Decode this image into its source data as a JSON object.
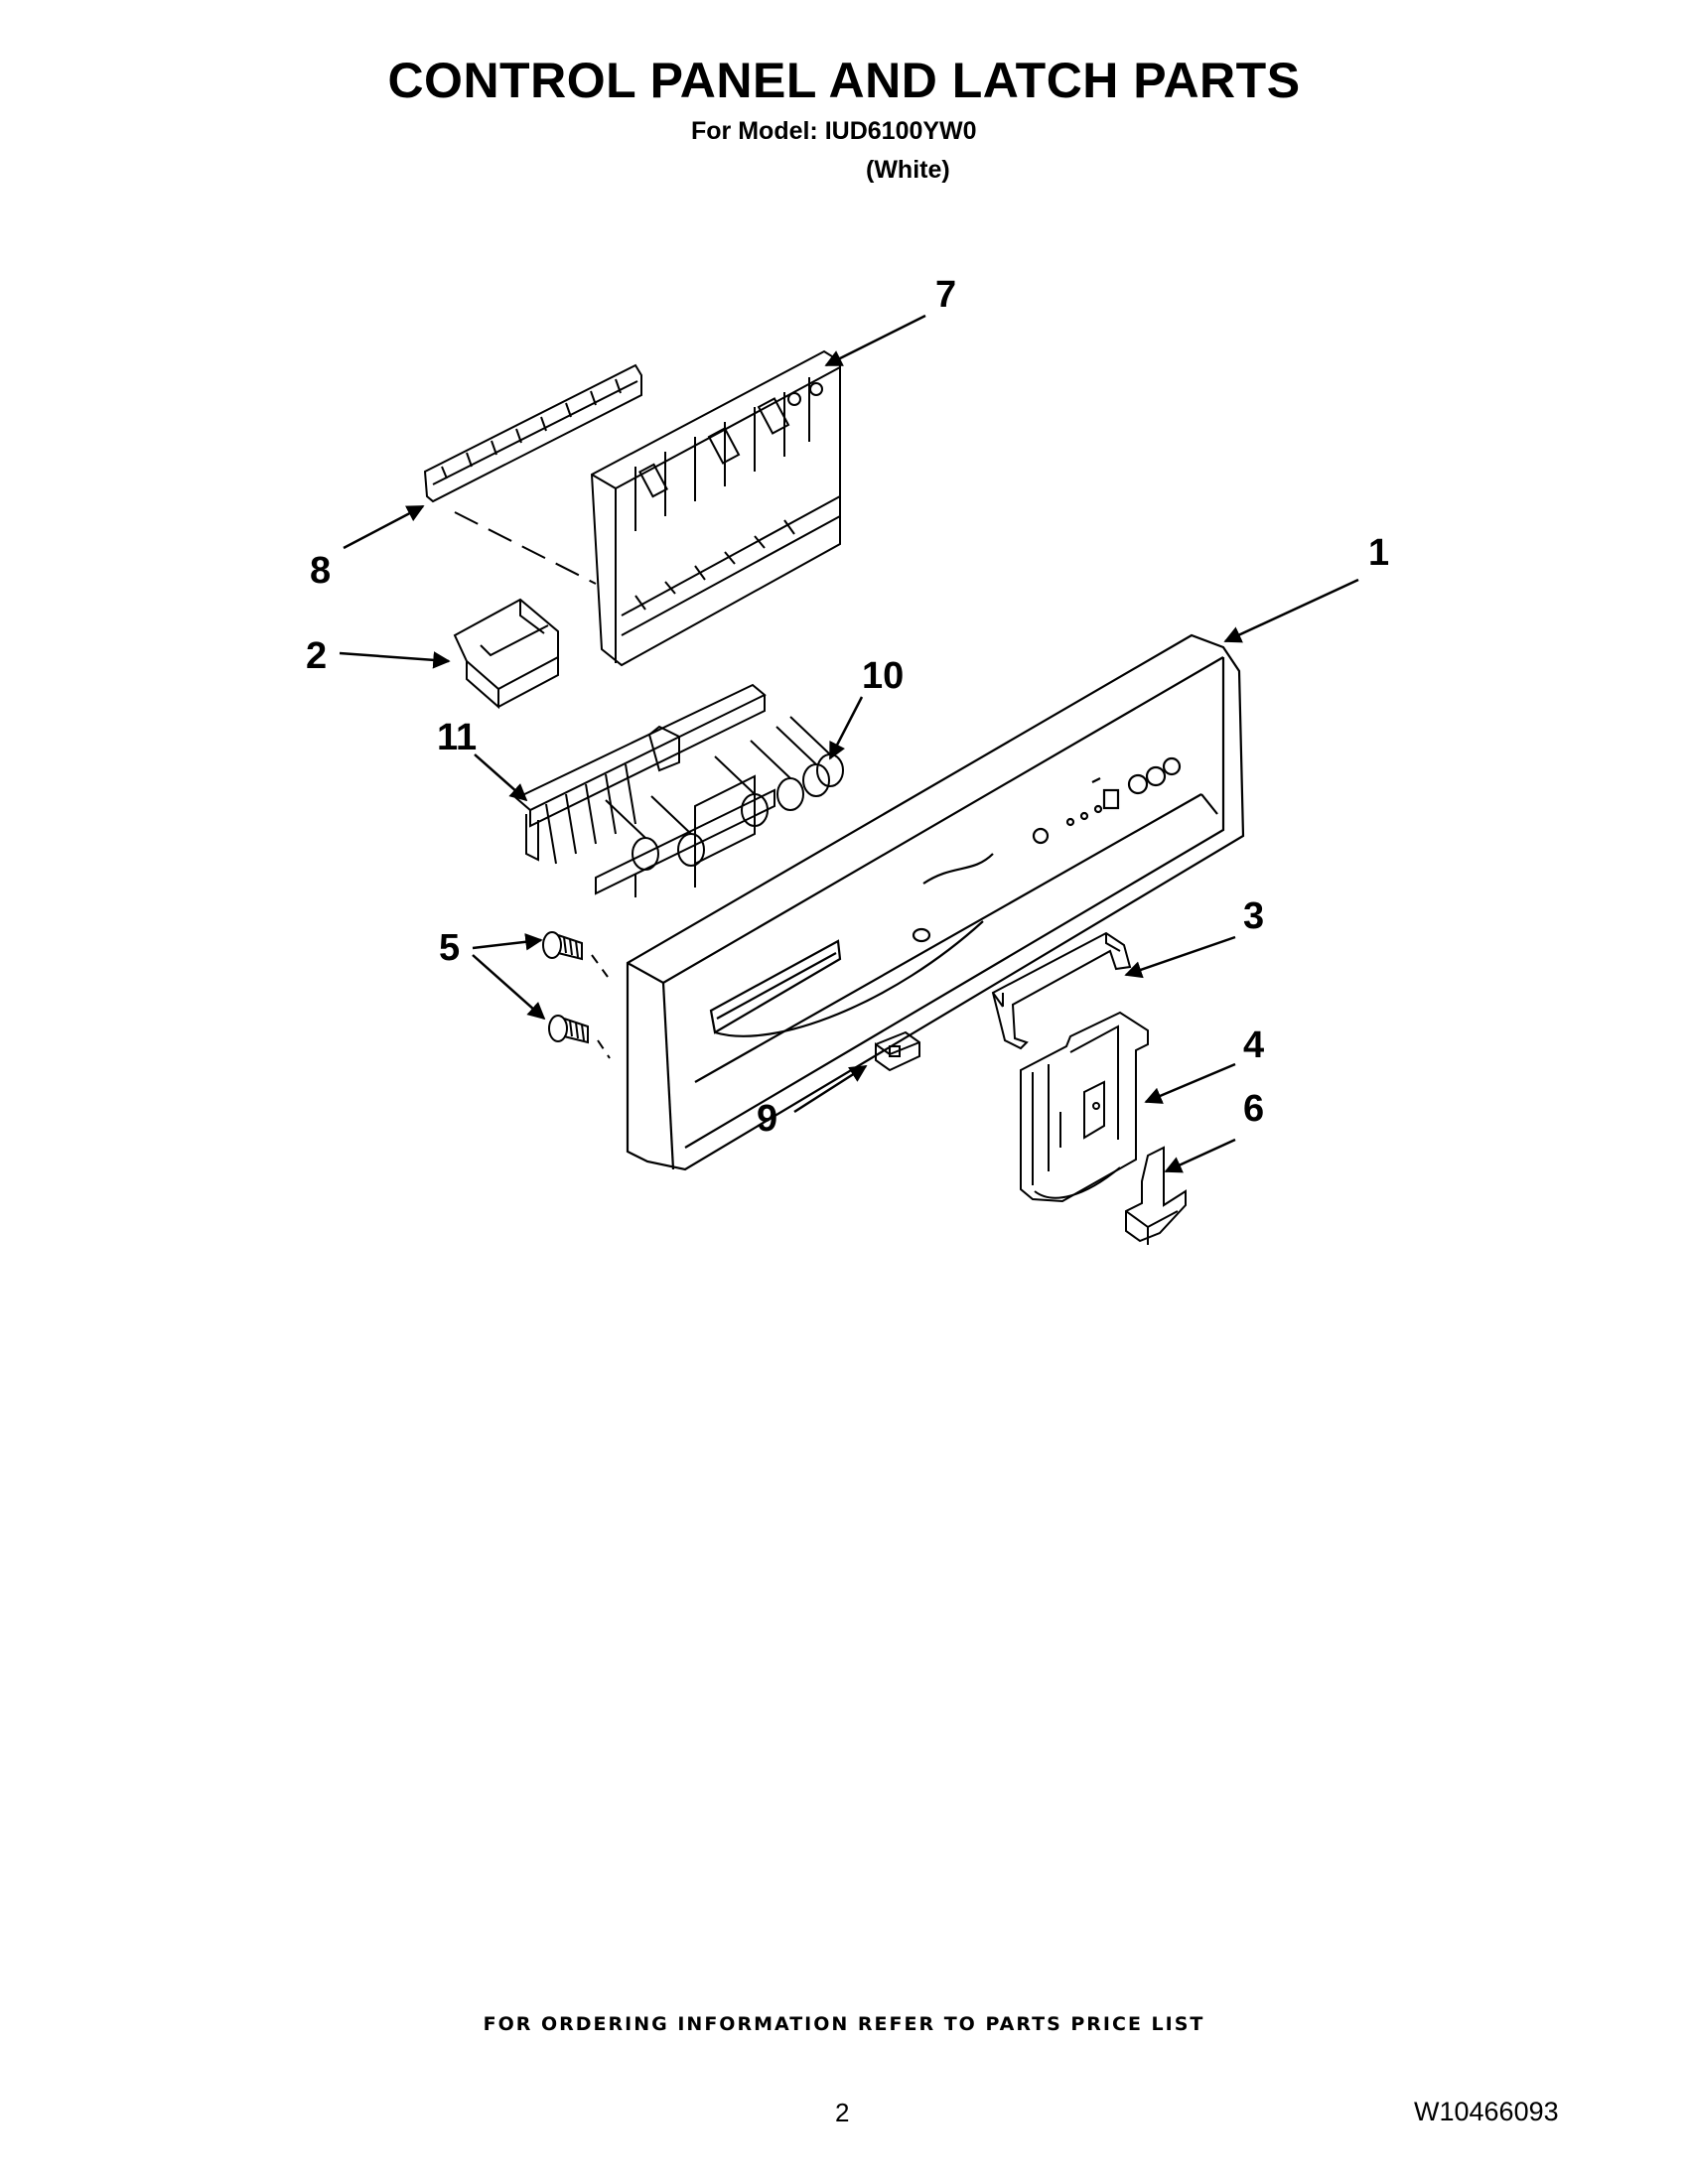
{
  "header": {
    "title": "CONTROL PANEL AND LATCH PARTS",
    "model_label": "For Model: IUD6100YW0",
    "model_color": "(White)"
  },
  "callouts": [
    "1",
    "2",
    "3",
    "4",
    "5",
    "6",
    "7",
    "8",
    "9",
    "10",
    "11"
  ],
  "footer": {
    "ordering_info": "FOR ORDERING INFORMATION REFER TO PARTS PRICE LIST",
    "page_number": "2",
    "doc_number": "W10466093"
  }
}
